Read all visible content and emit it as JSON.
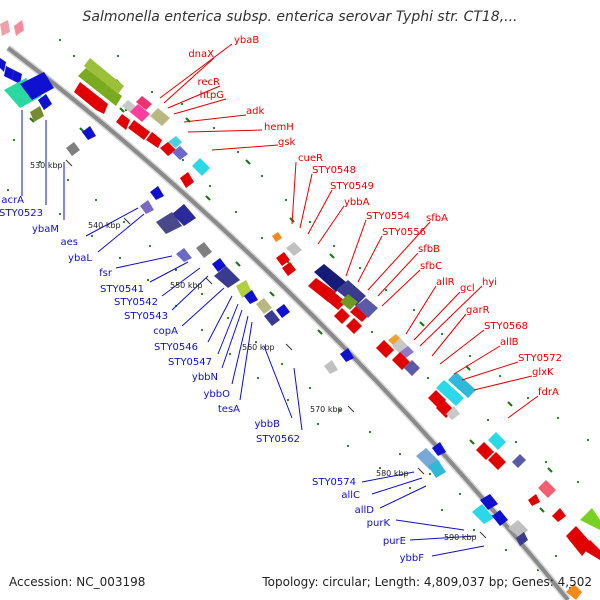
{
  "title": "Salmonella enterica subsp. enterica serovar Typhi str. CT18,...",
  "footer": {
    "accession": "Accession: NC_003198",
    "stats": "Topology: circular; Length: 4,809,037 bp; Genes: 4,502"
  },
  "ticks": [
    "530 kbp",
    "540 kbp",
    "550 kbp",
    "560 kbp",
    "570 kbp",
    "580 kbp",
    "590 kbp"
  ],
  "forward_genes": [
    "ybaB",
    "dnaX",
    "recR",
    "htpG",
    "adk",
    "hemH",
    "gsk",
    "cueR",
    "STY0548",
    "STY0549",
    "ybbA",
    "STY0554",
    "STY0556",
    "sfbA",
    "sfbB",
    "sfbC",
    "allR",
    "hyi",
    "gcl",
    "garR",
    "STY0568",
    "allB",
    "STY0572",
    "glxK",
    "fdrA"
  ],
  "reverse_genes": [
    "acrA",
    "STY0523",
    "ybaM",
    "aes",
    "ybaL",
    "fsr",
    "STY0541",
    "STY0542",
    "STY0543",
    "copA",
    "STY0546",
    "STY0547",
    "ybbN",
    "ybbO",
    "tesA",
    "ybbB",
    "STY0562",
    "STY0574",
    "allC",
    "allD",
    "purK",
    "purE",
    "ybbF"
  ],
  "colors": {
    "forward_label": "#e00000",
    "reverse_label": "#1010c8",
    "backbone": "#8a8a8a",
    "tick": "#1a7a1a"
  }
}
